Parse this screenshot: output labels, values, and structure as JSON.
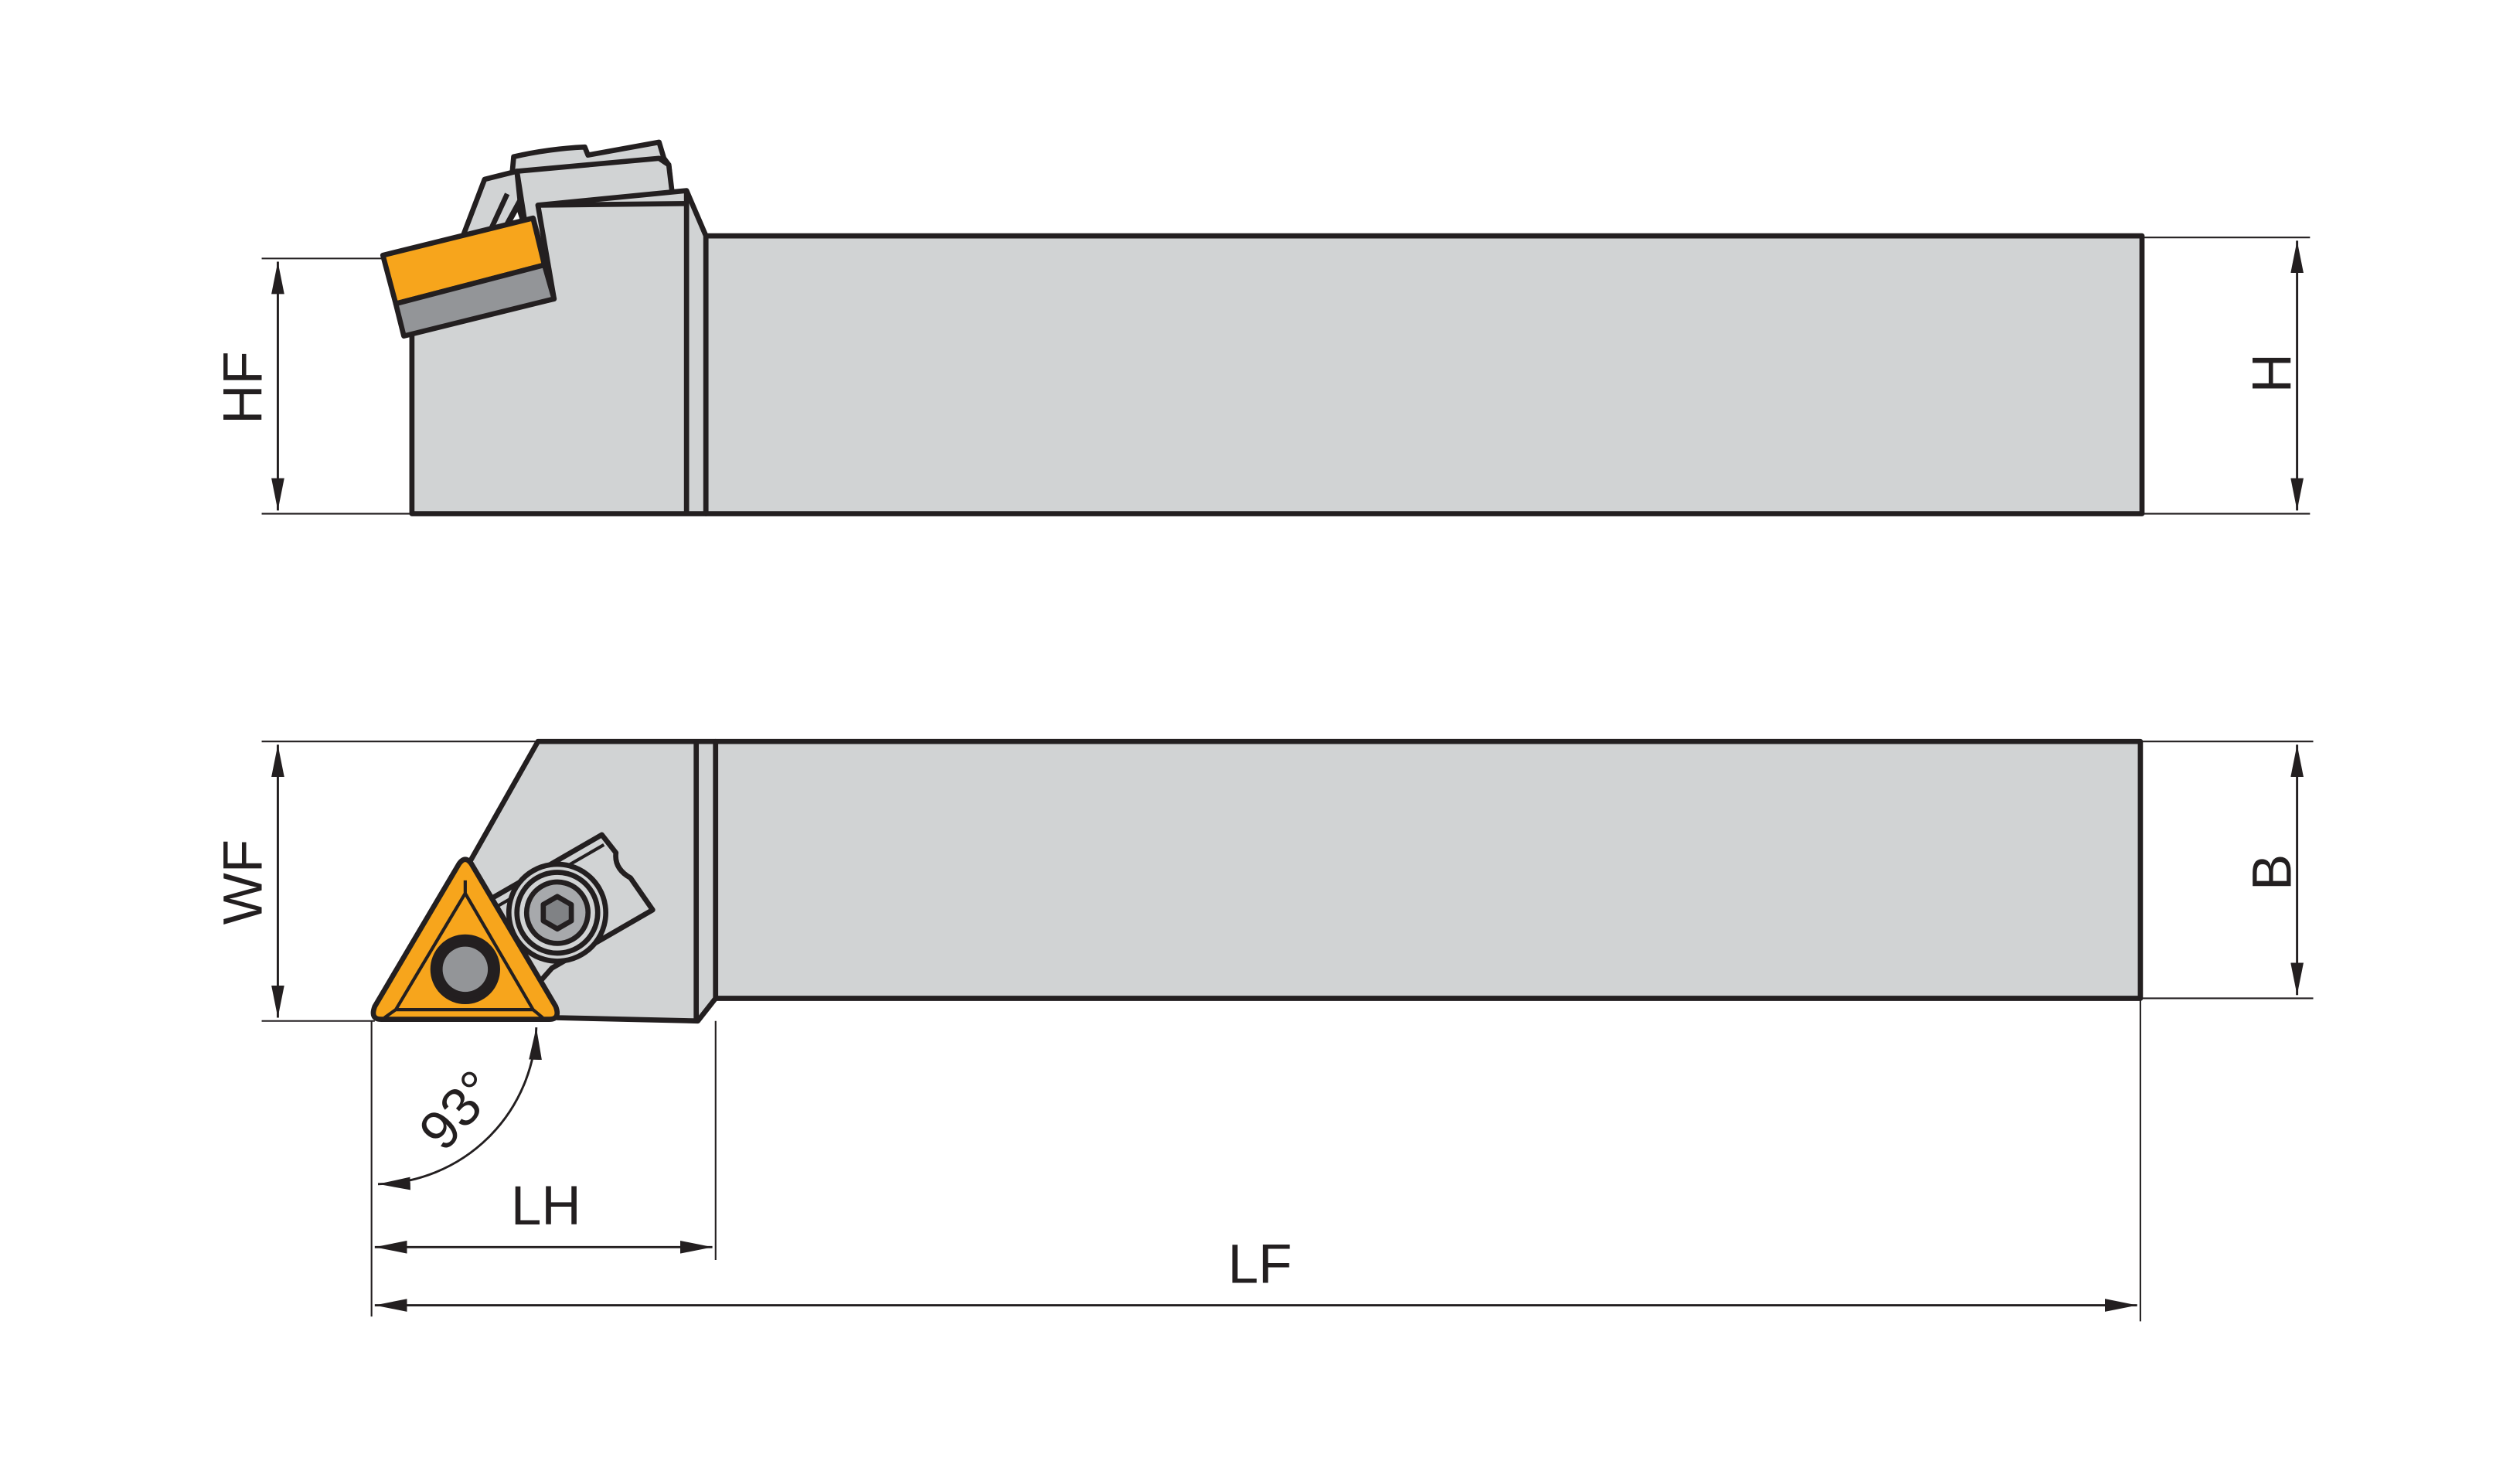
{
  "labels": {
    "hf": "HF",
    "h": "H",
    "wf": "WF",
    "b": "B",
    "angle": "93°",
    "lh": "LH",
    "lf": "LF"
  },
  "colors": {
    "body": "#d1d3d4",
    "insert": "#f7a51c",
    "shim": "#939598",
    "screw": "#808285",
    "outline": "#231f20"
  }
}
